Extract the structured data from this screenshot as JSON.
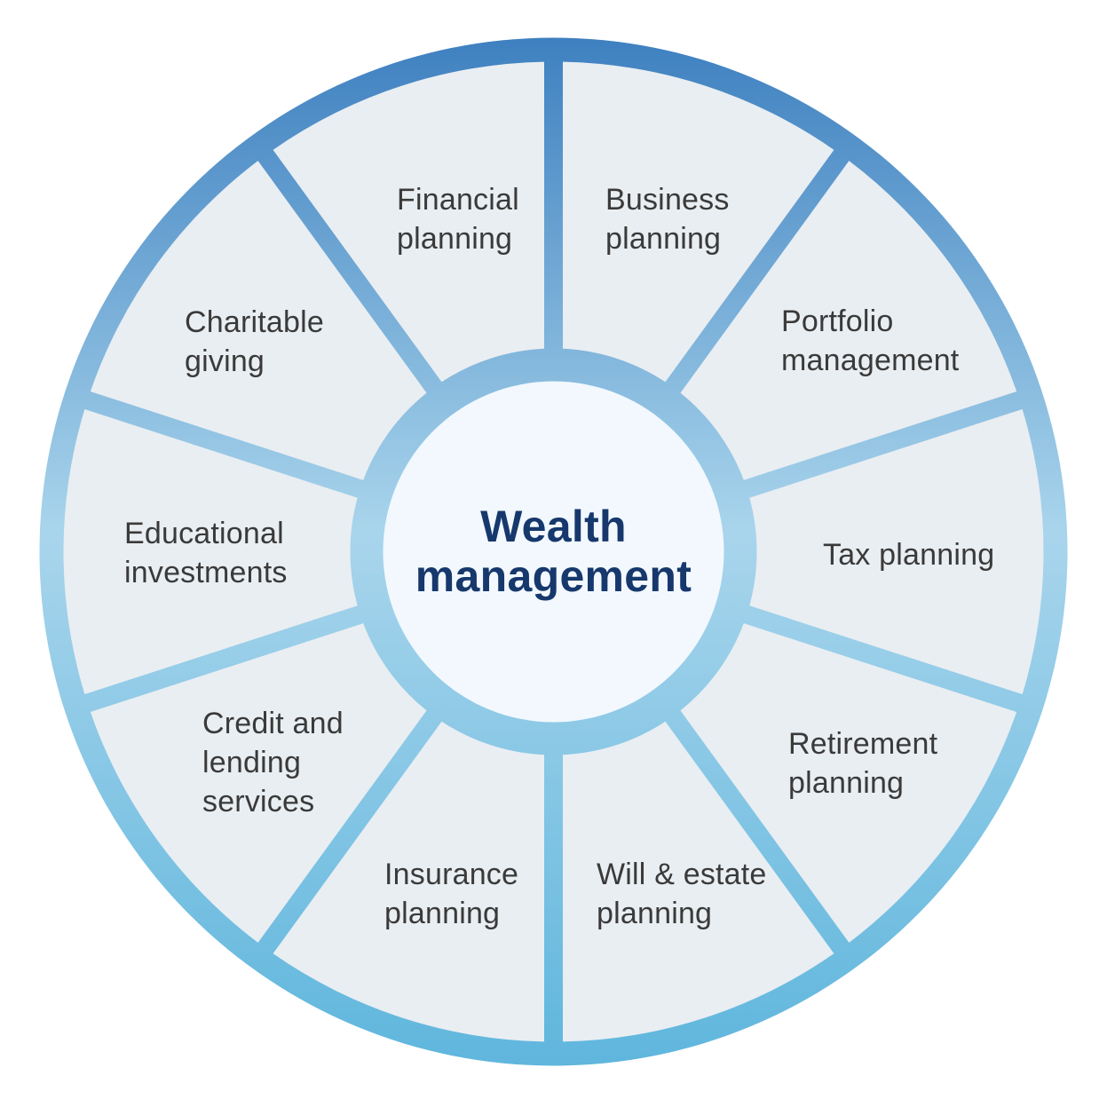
{
  "center": {
    "title": "Wealth\nmanagement"
  },
  "sections": [
    {
      "id": "business-planning",
      "label": "Business\nplanning"
    },
    {
      "id": "portfolio-management",
      "label": "Portfolio\nmanagement"
    },
    {
      "id": "tax-planning",
      "label": "Tax planning"
    },
    {
      "id": "retirement-planning",
      "label": "Retirement\nplanning"
    },
    {
      "id": "will-estate-planning",
      "label": "Will & estate\nplanning"
    },
    {
      "id": "insurance-planning",
      "label": "Insurance\nplanning"
    },
    {
      "id": "credit-lending-services",
      "label": "Credit and\nlending\nservices"
    },
    {
      "id": "educational-investments",
      "label": "Educational\ninvestments"
    },
    {
      "id": "charitable-giving",
      "label": "Charitable\ngiving"
    },
    {
      "id": "financial-planning",
      "label": "Financial\nplanning"
    }
  ],
  "colors": {
    "gradient_top": "#3E80C0",
    "gradient_mid": "#A9D5EC",
    "gradient_bottom": "#5FB6DD",
    "segment_fill": "#E9EEF2",
    "hub_fill": "#F2F8FD",
    "center_text": "#16386C",
    "label_text": "#3A3A3A"
  }
}
